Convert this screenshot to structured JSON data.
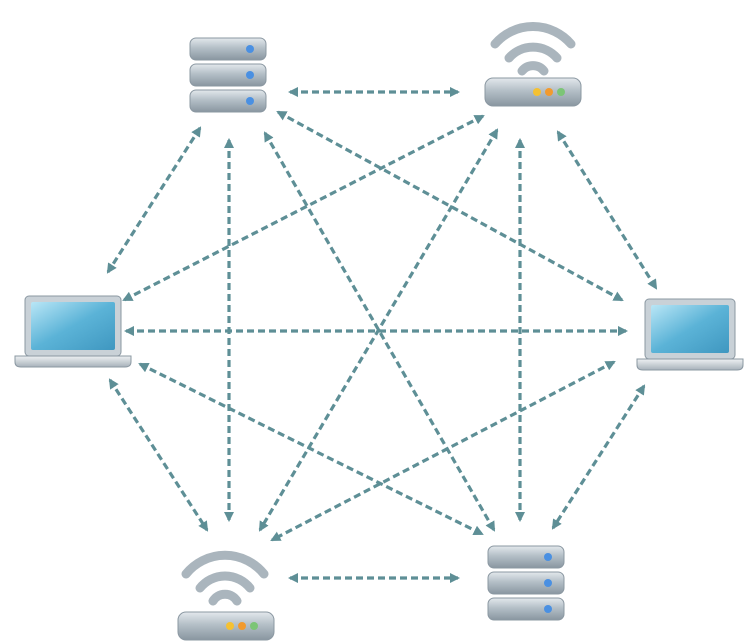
{
  "diagram": {
    "type": "mesh-network",
    "nodes": [
      {
        "id": "server-top-left",
        "kind": "server"
      },
      {
        "id": "router-top-right",
        "kind": "wifi-router"
      },
      {
        "id": "laptop-left",
        "kind": "laptop"
      },
      {
        "id": "laptop-right",
        "kind": "laptop"
      },
      {
        "id": "router-bottom-left",
        "kind": "wifi-router"
      },
      {
        "id": "server-bottom-right",
        "kind": "server"
      }
    ],
    "connections": [
      {
        "from": "server-top-left",
        "to": "router-top-right",
        "style": "bidirectional-dashed"
      },
      {
        "from": "server-top-left",
        "to": "laptop-left",
        "style": "bidirectional-dashed"
      },
      {
        "from": "server-top-left",
        "to": "laptop-right",
        "style": "bidirectional-dashed"
      },
      {
        "from": "server-top-left",
        "to": "router-bottom-left",
        "style": "bidirectional-dashed"
      },
      {
        "from": "server-top-left",
        "to": "server-bottom-right",
        "style": "bidirectional-dashed"
      },
      {
        "from": "router-top-right",
        "to": "laptop-left",
        "style": "bidirectional-dashed"
      },
      {
        "from": "router-top-right",
        "to": "laptop-right",
        "style": "bidirectional-dashed"
      },
      {
        "from": "router-top-right",
        "to": "router-bottom-left",
        "style": "bidirectional-dashed"
      },
      {
        "from": "router-top-right",
        "to": "server-bottom-right",
        "style": "bidirectional-dashed"
      },
      {
        "from": "laptop-left",
        "to": "laptop-right",
        "style": "bidirectional-dashed"
      },
      {
        "from": "laptop-left",
        "to": "router-bottom-left",
        "style": "bidirectional-dashed"
      },
      {
        "from": "laptop-left",
        "to": "server-bottom-right",
        "style": "bidirectional-dashed"
      },
      {
        "from": "laptop-right",
        "to": "router-bottom-left",
        "style": "bidirectional-dashed"
      },
      {
        "from": "laptop-right",
        "to": "server-bottom-right",
        "style": "bidirectional-dashed"
      },
      {
        "from": "router-bottom-left",
        "to": "server-bottom-right",
        "style": "bidirectional-dashed"
      }
    ]
  },
  "colors": {
    "connector": "#5e8f96",
    "device_body": "#aab5bd",
    "device_body_light": "#d4dbe0",
    "device_body_dark": "#7e8b95",
    "screen": "#4fa7cc",
    "screen_light": "#a9def2",
    "led_blue": "#4a90e2",
    "led_yellow": "#f5c132",
    "led_orange": "#f29a2e",
    "led_green": "#7cc576",
    "wifi": "#aab5bd"
  }
}
